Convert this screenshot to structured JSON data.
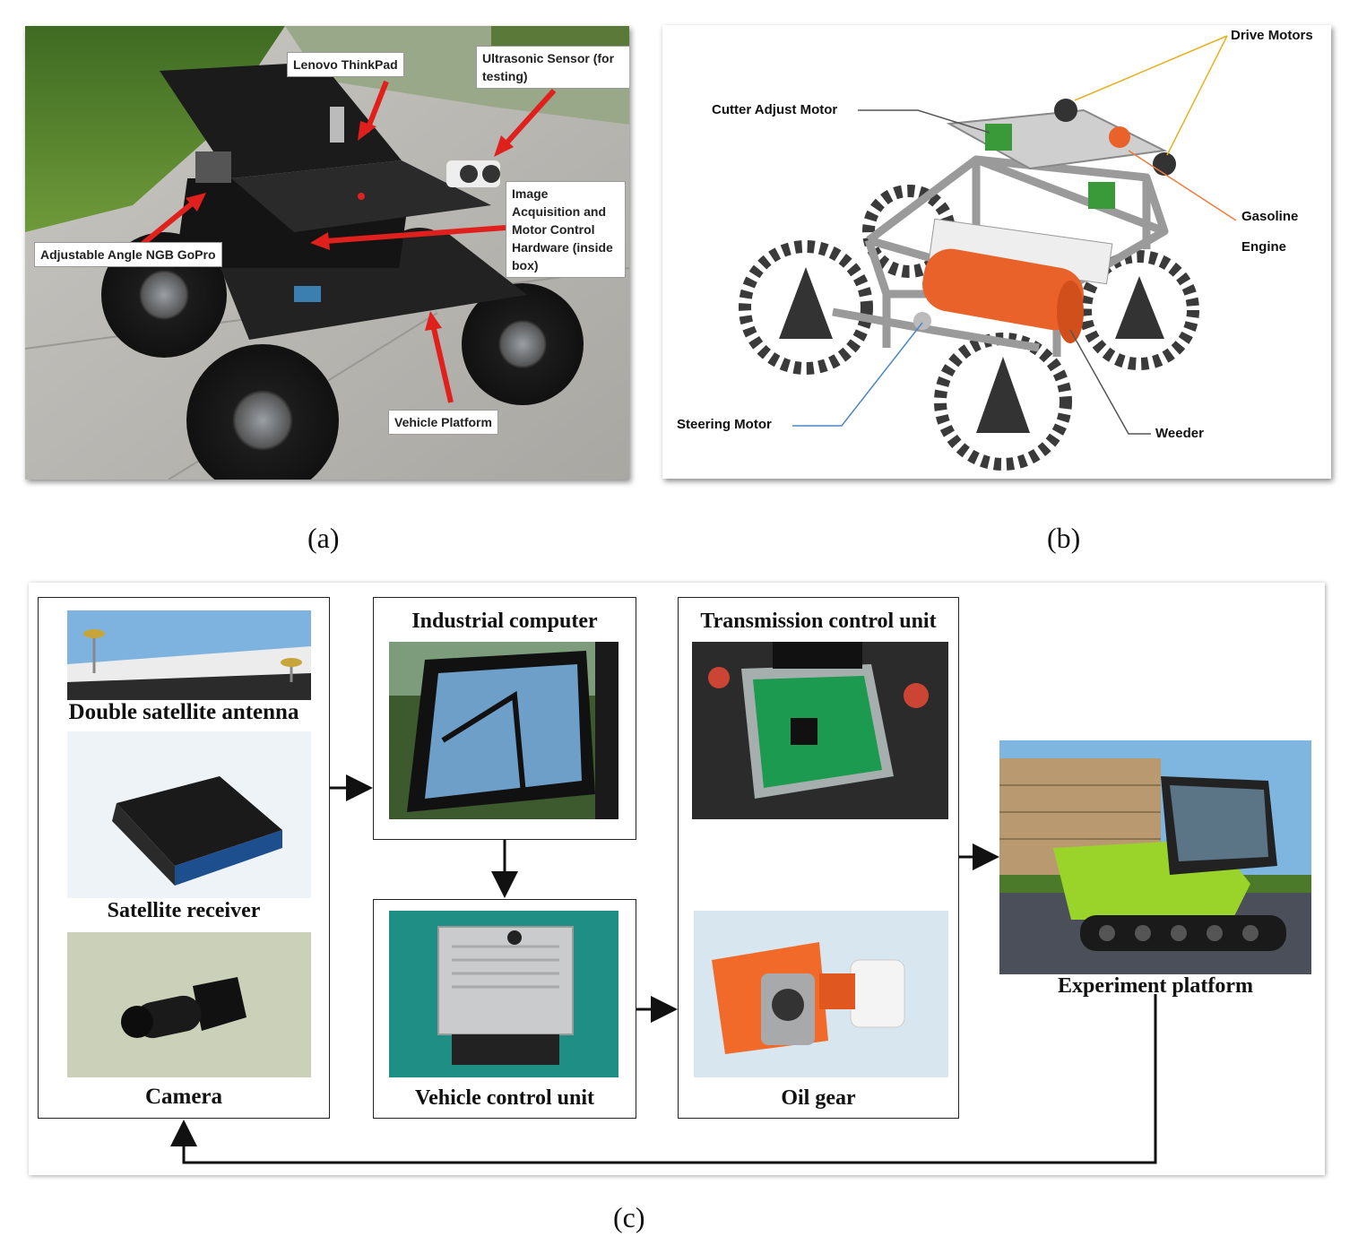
{
  "panel_a": {
    "label": "(a)",
    "callouts": {
      "lenovo": "Lenovo ThinkPad",
      "ultrasonic": "Ultrasonic Sensor (for testing)",
      "image_acq": "Image Acquisition and Motor Control Hardware (inside box)",
      "gopro": "Adjustable Angle NGB GoPro",
      "vehicle": "Vehicle Platform"
    }
  },
  "panel_b": {
    "label": "(b)",
    "labels": {
      "drive": "Drive Motors",
      "cutter": "Cutter Adjust Motor",
      "gasoline": "Gasoline",
      "engine": "Engine",
      "steering": "Steering Motor",
      "weeder": "Weeder"
    }
  },
  "panel_c": {
    "label": "(c)",
    "labels": {
      "antenna": "Double satellite antenna",
      "receiver": "Satellite receiver",
      "camera": "Camera",
      "industrial": "Industrial computer",
      "vcu": "Vehicle control unit",
      "tcu": "Transmission control unit",
      "oil": "Oil gear",
      "platform": "Experiment platform"
    }
  },
  "colors": {
    "arrow_red": "#e0201c",
    "orange": "#f07a3a",
    "blue": "#4a86c8",
    "yellow": "#e6b020",
    "tractor_green": "#9ad42a"
  }
}
